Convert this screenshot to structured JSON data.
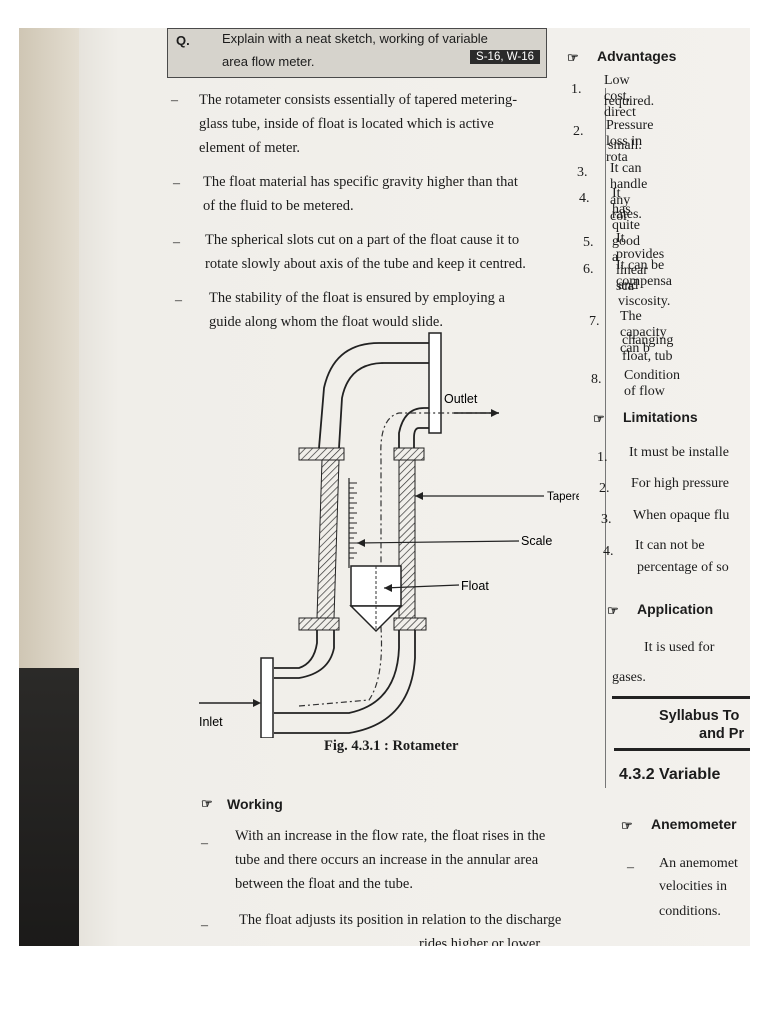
{
  "question": {
    "label": "Q.",
    "line1": "Explain with a neat sketch, working of variable",
    "line2": "area flow meter.",
    "code": "S-16, W-16"
  },
  "bullets": [
    {
      "l1": "The rotameter consists essentially of tapered metering-",
      "l2": "glass tube, inside of float is located which is active",
      "l3": "element of meter."
    },
    {
      "l1": "The float material has specific gravity higher than that",
      "l2": "of the fluid to be metered."
    },
    {
      "l1": "The spherical slots cut on a part of the float cause it to",
      "l2": "rotate slowly about axis of the tube and keep it centred."
    },
    {
      "l1": "The stability of the float is ensured by employing a",
      "l2": "guide along whom the float would slide."
    }
  ],
  "diagram": {
    "outlet": "Outlet",
    "tapered": "Tapered tube",
    "scale": "Scale",
    "float": "Float",
    "inlet": "Inlet"
  },
  "figure_caption": "Fig. 4.3.1 : Rotameter",
  "working": {
    "heading": "Working",
    "p1l1": "With an increase in the flow rate, the float rises in the",
    "p1l2": "tube and there occurs an increase in the annular area",
    "p1l3": "between the float and the tube.",
    "p2l1": "The float adjusts its position in relation to the discharge",
    "p2l2": "rides higher or lower"
  },
  "advantages": {
    "heading": "Advantages",
    "items": [
      {
        "n": "1.",
        "t1": "Low cost, direct",
        "t2": "required."
      },
      {
        "n": "2.",
        "t1": "Pressure loss in rota",
        "t2": "small."
      },
      {
        "n": "3.",
        "t1": "It can handle any cor"
      },
      {
        "n": "4.",
        "t1": "It has quite good a",
        "t2": "rates."
      },
      {
        "n": "5.",
        "t1": "It provides linear sca"
      },
      {
        "n": "6.",
        "t1": "It can be compensa",
        "t2": "and viscosity."
      },
      {
        "n": "7.",
        "t1": "The capacity can b",
        "t2": "changing float, tub"
      },
      {
        "n": "8.",
        "t1": "Condition of flow"
      }
    ]
  },
  "limitations": {
    "heading": "Limitations",
    "items": [
      {
        "n": "1.",
        "t1": "It must be installe"
      },
      {
        "n": "2.",
        "t1": "For high pressure"
      },
      {
        "n": "3.",
        "t1": "When opaque flu"
      },
      {
        "n": "4.",
        "t1": "It can not be",
        "t2": "percentage of so"
      }
    ]
  },
  "application": {
    "heading": "Application",
    "l1": "It is used for",
    "l2": "gases."
  },
  "syllabus": {
    "l1": "Syllabus To",
    "l2": "and Pr"
  },
  "section": "4.3.2  Variable",
  "anemometer": {
    "heading": "Anemometer",
    "l1": "An anemomet",
    "l2": "velocities in",
    "l3": "conditions."
  },
  "icons": {
    "pointer": "pointing-hand-icon"
  }
}
